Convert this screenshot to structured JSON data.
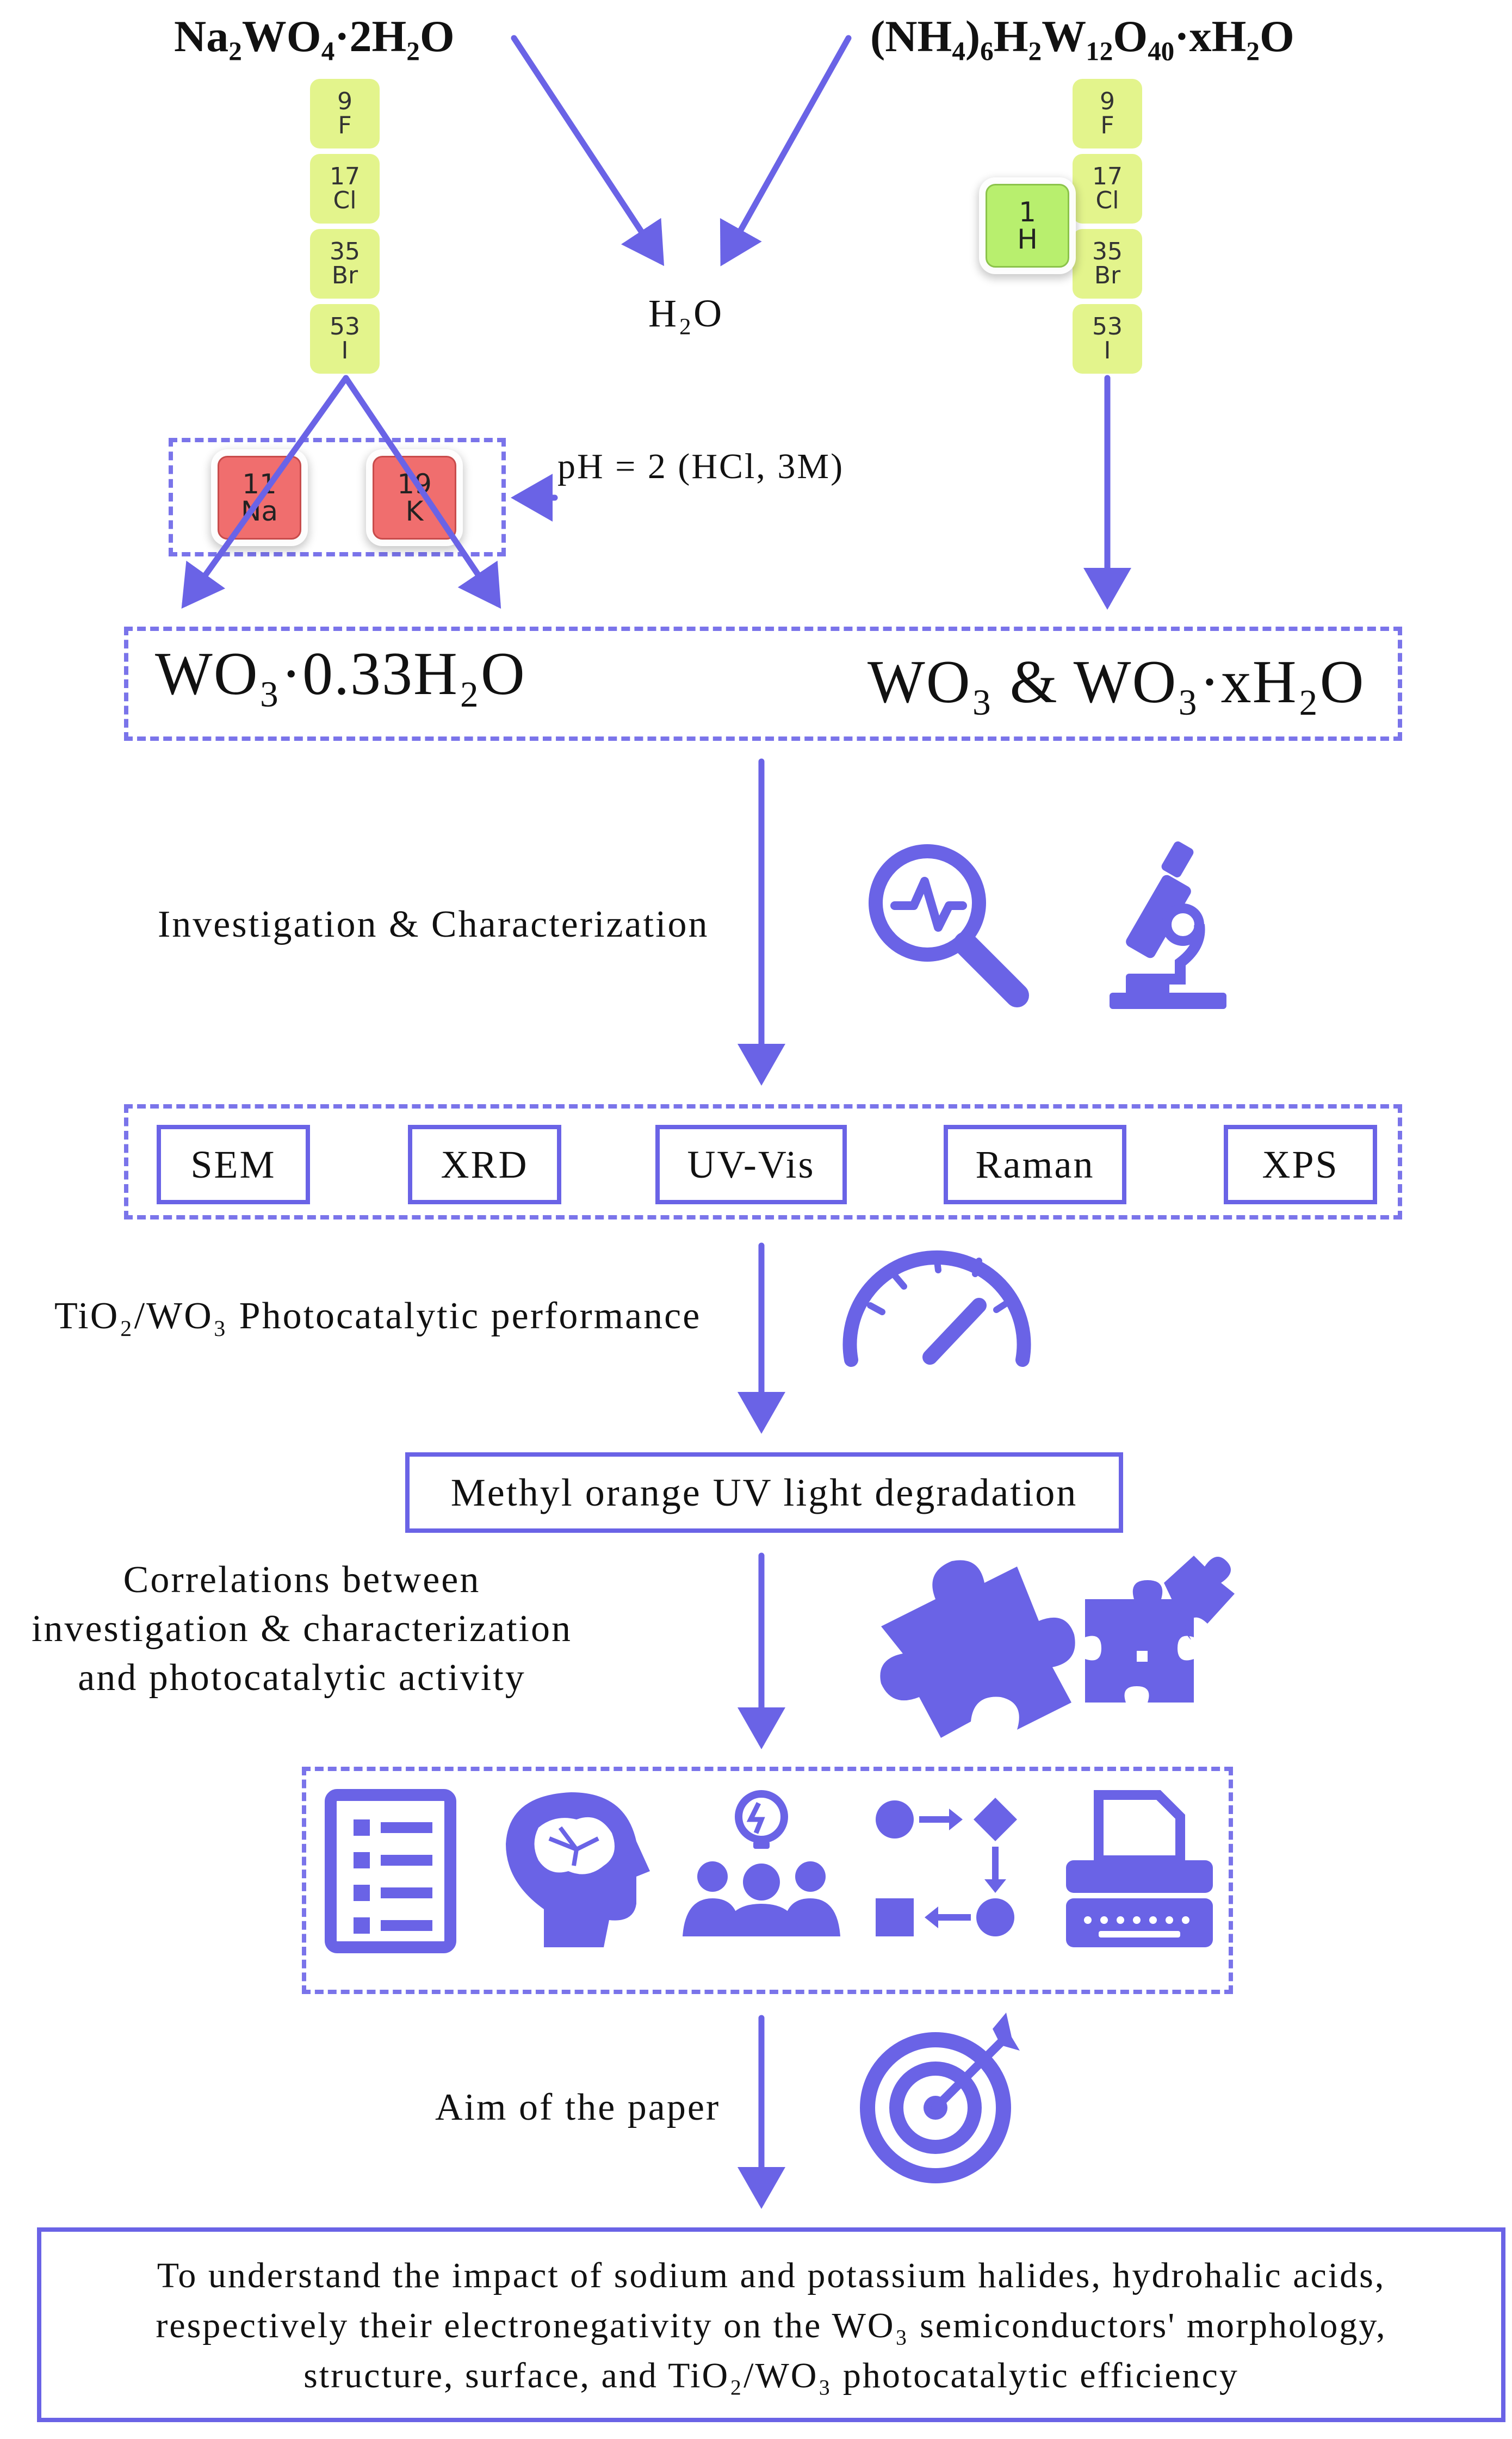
{
  "reagents": {
    "left": "Na₂WO₄·2H₂O",
    "right": "(NH₄)₆H₂W₁₂O₄₀·xH₂O",
    "water": "H₂O"
  },
  "halogens": [
    {
      "number": "9",
      "symbol": "F"
    },
    {
      "number": "17",
      "symbol": "Cl"
    },
    {
      "number": "35",
      "symbol": "Br"
    },
    {
      "number": "53",
      "symbol": "I"
    }
  ],
  "hydrogen": {
    "number": "1",
    "symbol": "H"
  },
  "alkali": [
    {
      "number": "11",
      "symbol": "Na"
    },
    {
      "number": "19",
      "symbol": "K"
    }
  ],
  "ph_note": "pH = 2 (HCl, 3M)",
  "products": {
    "left": "WO₃·0.33H₂O",
    "right": "WO₃ & WO₃·xH₂O"
  },
  "steps": {
    "investigation": "Investigation & Characterization",
    "photocatalytic": "TiO₂/WO₃ Photocatalytic performance",
    "correlations": [
      "Correlations between",
      "investigation & characterization",
      "and photocatalytic activity"
    ],
    "aim": "Aim of the paper"
  },
  "techniques": [
    "SEM",
    "XRD",
    "UV-Vis",
    "Raman",
    "XPS"
  ],
  "degradation": "Methyl orange UV light degradation",
  "aim_text": [
    "To understand the impact of sodium and potassium halides, hydrohalic acids,",
    "respectively their electronegativity on the WO₃ semiconductors' morphology,",
    "structure, surface, and TiO₂/WO₃ photocatalytic efficiency"
  ],
  "colors": {
    "accent": "#6a63e6",
    "halogen": "#e3f48c",
    "alkali": "#f06e6e",
    "hydrogen": "#b8ef6e"
  },
  "icons": [
    "magnifier-pulse-icon",
    "microscope-icon",
    "speedometer-icon",
    "puzzle-piece-icon",
    "puzzle-pieces-icon",
    "checklist-icon",
    "brain-head-icon",
    "team-idea-icon",
    "process-flow-icon",
    "typewriter-icon",
    "target-icon"
  ]
}
